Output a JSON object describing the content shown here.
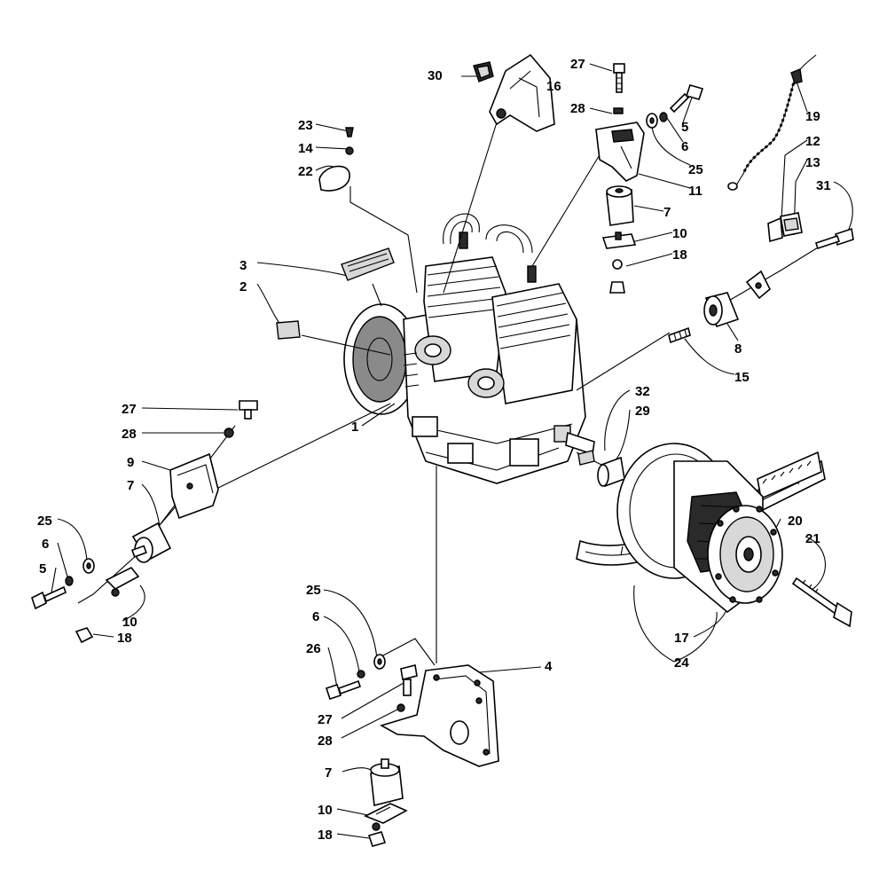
{
  "callouts": [
    {
      "id": "c30",
      "text": "30"
    },
    {
      "id": "c16",
      "text": "16"
    },
    {
      "id": "c27a",
      "text": "27"
    },
    {
      "id": "c28a",
      "text": "28"
    },
    {
      "id": "c5a",
      "text": "5"
    },
    {
      "id": "c6a",
      "text": "6"
    },
    {
      "id": "c25a",
      "text": "25"
    },
    {
      "id": "c11",
      "text": "11"
    },
    {
      "id": "c19",
      "text": "19"
    },
    {
      "id": "c12",
      "text": "12"
    },
    {
      "id": "c13",
      "text": "13"
    },
    {
      "id": "c31",
      "text": "31"
    },
    {
      "id": "c23",
      "text": "23"
    },
    {
      "id": "c14",
      "text": "14"
    },
    {
      "id": "c22",
      "text": "22"
    },
    {
      "id": "c7a",
      "text": "7"
    },
    {
      "id": "c10a",
      "text": "10"
    },
    {
      "id": "c18a",
      "text": "18"
    },
    {
      "id": "c3",
      "text": "3"
    },
    {
      "id": "c2",
      "text": "2"
    },
    {
      "id": "c8",
      "text": "8"
    },
    {
      "id": "c15",
      "text": "15"
    },
    {
      "id": "c1",
      "text": "1"
    },
    {
      "id": "c27b",
      "text": "27"
    },
    {
      "id": "c28b",
      "text": "28"
    },
    {
      "id": "c32",
      "text": "32"
    },
    {
      "id": "c29",
      "text": "29"
    },
    {
      "id": "c9",
      "text": "9"
    },
    {
      "id": "c7b",
      "text": "7"
    },
    {
      "id": "c25b",
      "text": "25"
    },
    {
      "id": "c6b",
      "text": "6"
    },
    {
      "id": "c5b",
      "text": "5"
    },
    {
      "id": "c10b",
      "text": "10"
    },
    {
      "id": "c18b",
      "text": "18"
    },
    {
      "id": "c20",
      "text": "20"
    },
    {
      "id": "c21",
      "text": "21"
    },
    {
      "id": "c17",
      "text": "17"
    },
    {
      "id": "c24",
      "text": "24"
    },
    {
      "id": "c4",
      "text": "4"
    },
    {
      "id": "c25c",
      "text": "25"
    },
    {
      "id": "c6c",
      "text": "6"
    },
    {
      "id": "c26",
      "text": "26"
    },
    {
      "id": "c27c",
      "text": "27"
    },
    {
      "id": "c28c",
      "text": "28"
    },
    {
      "id": "c7c",
      "text": "7"
    },
    {
      "id": "c10c",
      "text": "10"
    },
    {
      "id": "c18c",
      "text": "18"
    }
  ]
}
